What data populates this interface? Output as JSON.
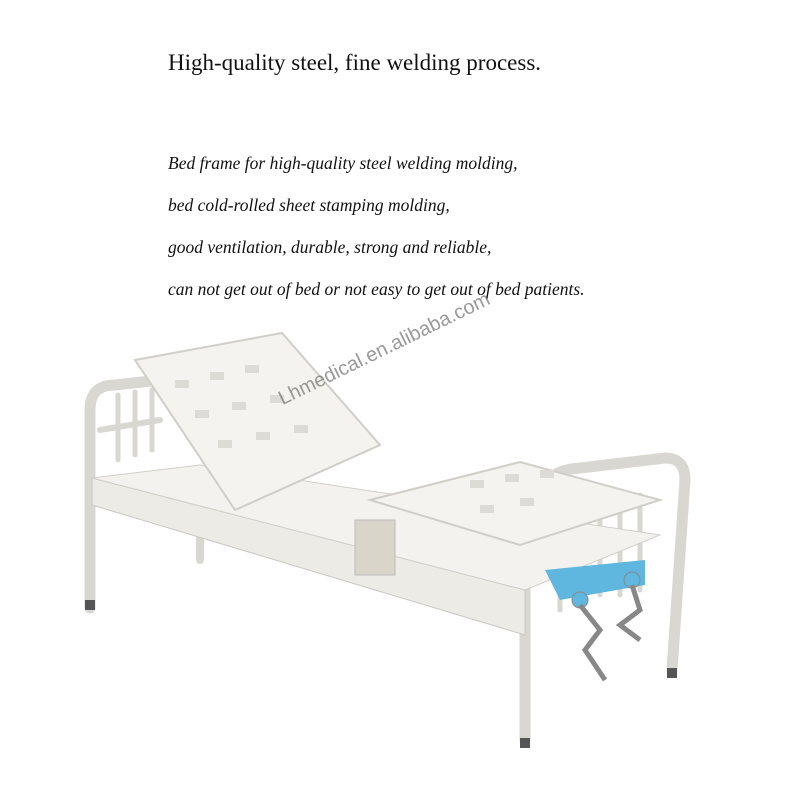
{
  "heading": "High-quality steel, fine welding process.",
  "description_lines": [
    "Bed frame for high-quality steel welding molding,",
    "bed cold-rolled sheet stamping molding,",
    "good ventilation, durable, strong and reliable,",
    "can not get out of bed or not easy to get out of bed patients."
  ],
  "watermark": "Lhmedical.en.alibaba.com",
  "colors": {
    "frame": "#ecebe6",
    "shadow": "#c9c8c2",
    "crank_housing": "#5fb7e0",
    "handle": "#888888"
  }
}
